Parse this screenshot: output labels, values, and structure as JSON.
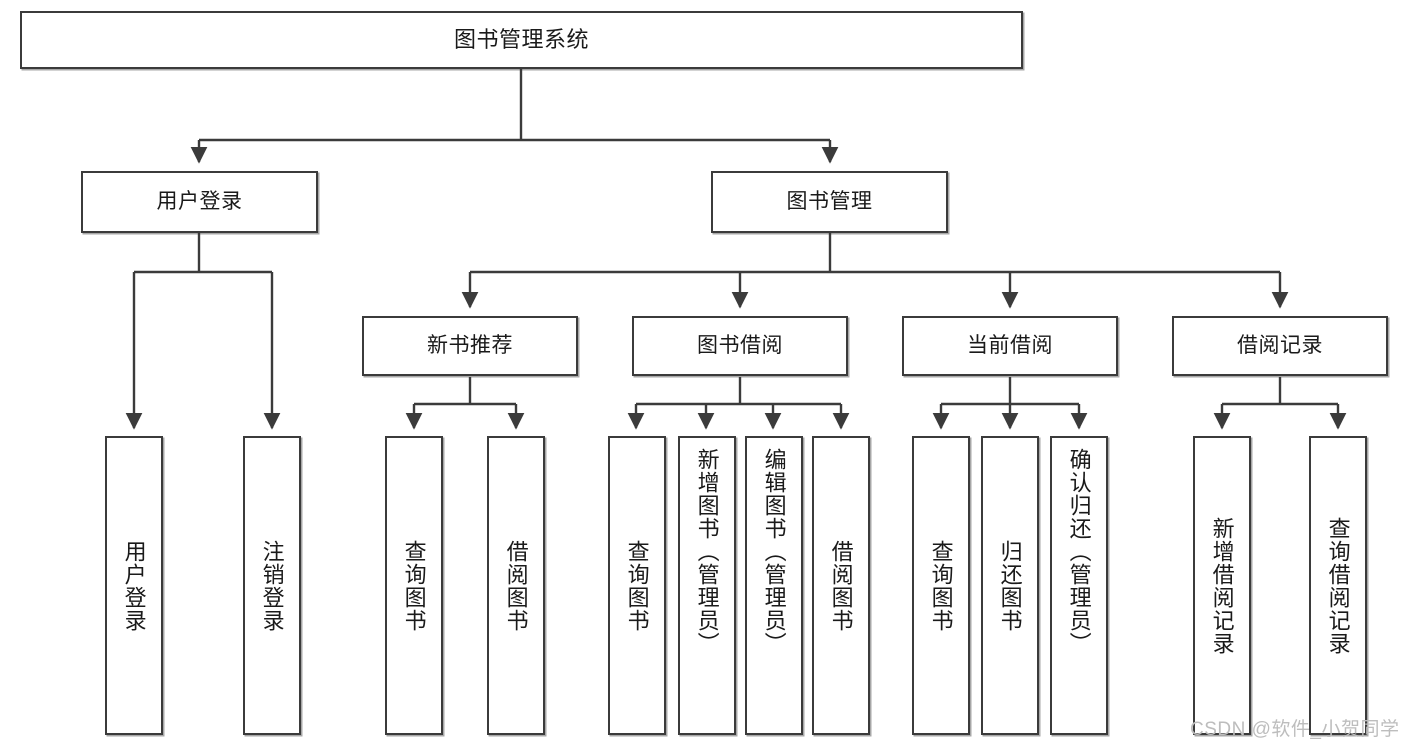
{
  "diagram": {
    "title": "图书管理系统",
    "type": "hierarchy-tree",
    "watermark": "CSDN @软件_小贺同学",
    "colors": {
      "box_border": "#3b3b3b",
      "box_fill": "#ffffff",
      "edge": "#3b3b3b",
      "text": "#1a1a1a",
      "watermark": "#bdbdbd"
    },
    "root": {
      "label": "图书管理系统"
    },
    "level1": [
      {
        "label": "用户登录"
      },
      {
        "label": "图书管理"
      }
    ],
    "level2": [
      {
        "label": "新书推荐"
      },
      {
        "label": "图书借阅"
      },
      {
        "label": "当前借阅"
      },
      {
        "label": "借阅记录"
      }
    ],
    "leaves": {
      "user_login": [
        {
          "label": "用户登录"
        },
        {
          "label": "注销登录"
        }
      ],
      "new_book_recommend": [
        {
          "label": "查询图书"
        },
        {
          "label": "借阅图书"
        }
      ],
      "book_borrow": [
        {
          "label": "查询图书"
        },
        {
          "label": "新增图书（管理员）"
        },
        {
          "label": "编辑图书（管理员）"
        },
        {
          "label": "借阅图书"
        }
      ],
      "current_borrow": [
        {
          "label": "查询图书"
        },
        {
          "label": "归还图书"
        },
        {
          "label": "确认归还（管理员）"
        }
      ],
      "borrow_record": [
        {
          "label": "新增借阅记录"
        },
        {
          "label": "查询借阅记录"
        }
      ]
    }
  }
}
